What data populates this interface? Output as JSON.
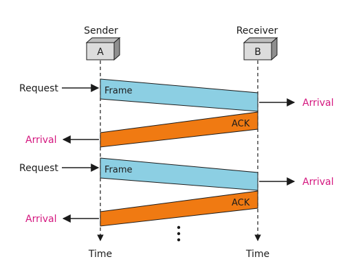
{
  "colors": {
    "frame": "#8ccfe3",
    "ack": "#f07a12",
    "arrival_text": "#d4157e",
    "line": "#1b1b1b",
    "box_front": "#dcdcdc",
    "box_side": "#8f8f8f",
    "box_top": "#bdbdbd"
  },
  "sender": {
    "heading": "Sender",
    "box_label": "A",
    "time_label": "Time"
  },
  "receiver": {
    "heading": "Receiver",
    "box_label": "B",
    "time_label": "Time"
  },
  "exchanges": [
    {
      "request_label": "Request",
      "frame_label": "Frame",
      "receiver_arrival_label": "Arrival",
      "ack_label": "ACK",
      "sender_arrival_label": "Arrival"
    },
    {
      "request_label": "Request",
      "frame_label": "Frame",
      "receiver_arrival_label": "Arrival",
      "ack_label": "ACK",
      "sender_arrival_label": "Arrival"
    }
  ],
  "continuation": "⋮"
}
